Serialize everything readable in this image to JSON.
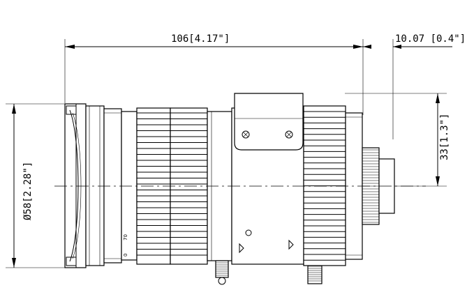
{
  "dimensions": {
    "length": "106[4.17\"]",
    "back_extension": "10.07 [0.4\"]",
    "diameter": "Ø58[2.28\"]",
    "mount_height": "33[1.3\"]"
  },
  "ring_marks": {
    "mark_a": "70",
    "mark_b": "0"
  },
  "colors": {
    "line": "#000000",
    "background": "#ffffff"
  }
}
